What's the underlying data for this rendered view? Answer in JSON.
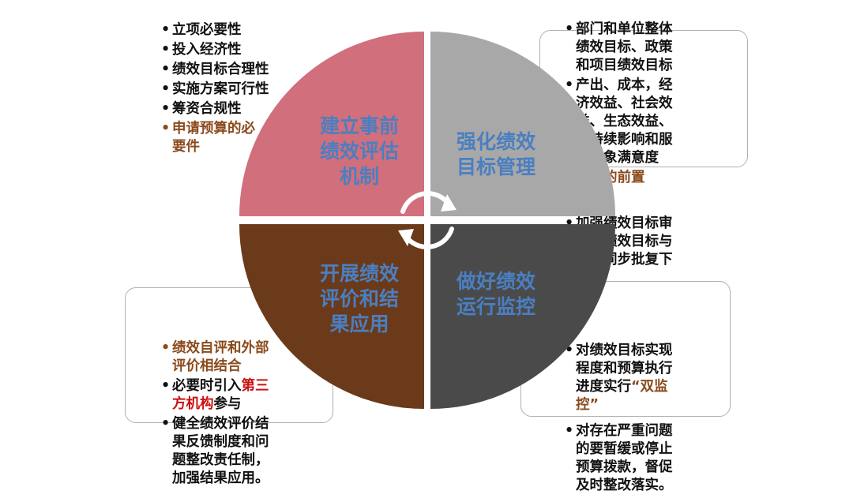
{
  "colors": {
    "q1": "#d16f7c",
    "q2": "#a8a8a8",
    "q3": "#6b3a1a",
    "q4": "#4a4a4a",
    "label": "#4a7fc1",
    "accent_brown": "#8b4a1c",
    "accent_red": "#cc1010"
  },
  "quadrants": {
    "tl": {
      "lines": [
        "建立事前",
        "绩效评估",
        "机制"
      ]
    },
    "tr": {
      "lines": [
        "强化绩效",
        "目标管理"
      ]
    },
    "bl": {
      "lines": [
        "开展绩效",
        "评价和结",
        "果应用"
      ]
    },
    "br": {
      "lines": [
        "做好绩效",
        "运行监控"
      ]
    }
  },
  "tl_list": {
    "items": [
      "立项必要性",
      "投入经济性",
      "绩效目标合理性",
      "实施方案可行性",
      "筹资合规性"
    ],
    "highlight": [
      "申请预算的必",
      "要件"
    ]
  },
  "tr_list": {
    "item1": [
      "部门和单位整体",
      "绩效目标、政策",
      "和项目绩效目标"
    ],
    "item2": [
      "产出、成本，经",
      "济效益、社会效",
      "益、生态效益、",
      "可持续影响和服",
      "务对象满意度"
    ],
    "tail": "安排的前置",
    "item3": [
      "加强绩效目标审",
      "核，绩效目标与",
      "预算同步批复下"
    ]
  },
  "bl_list": {
    "item1": [
      "绩效自评和外部",
      "评价相结合"
    ],
    "item2_pre": "必要时引入",
    "item2_red1": "第三",
    "item2_red2": "方机构",
    "item2_post": "参与",
    "item3": [
      "健全绩效评价结",
      "果反馈制度和问",
      "题整改责任制，",
      "加强结果应用。"
    ]
  },
  "br_list": {
    "item1": [
      "对绩效目标实现",
      "程度和预算执行"
    ],
    "item1_last_pre": "进度实行",
    "item1_quote1": "“双监",
    "item1_quote2": "控”",
    "item2": [
      "对存在严重问题",
      "的要暂缓或停止",
      "预算拨款，督促",
      "及时整改落实。"
    ]
  }
}
